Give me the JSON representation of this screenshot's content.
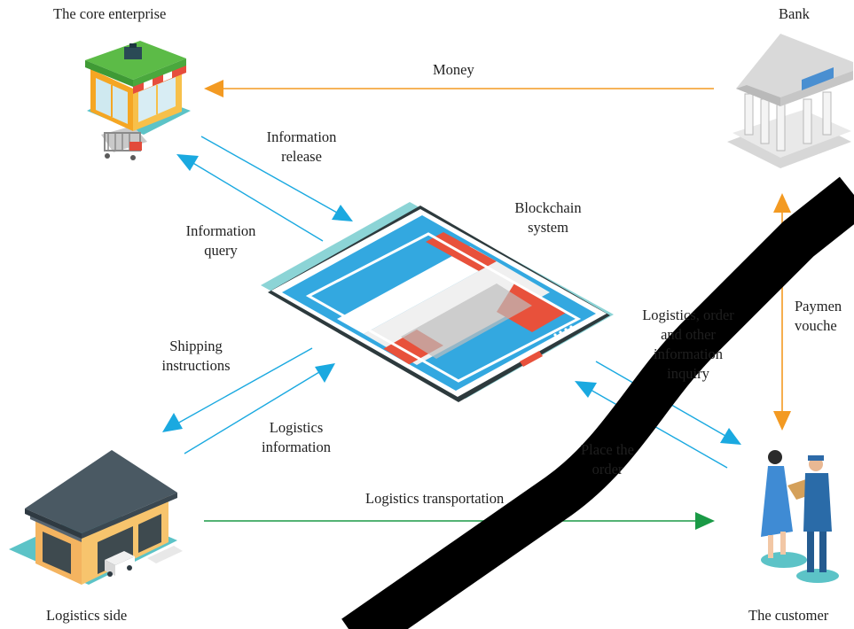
{
  "nodes": {
    "core_enterprise": "The core enterprise",
    "bank": "Bank",
    "logistics_side": "Logistics side",
    "customer": "The customer",
    "blockchain": [
      "Blockchain",
      "system"
    ]
  },
  "flows": {
    "money": "Money",
    "information_release": [
      "Information",
      "release"
    ],
    "information_query": [
      "Information",
      "query"
    ],
    "shipping_instructions": [
      "Shipping",
      "instructions"
    ],
    "logistics_information": [
      "Logistics",
      "information"
    ],
    "inquiry": [
      "Logistics, order",
      "and other",
      "information",
      "inquiry"
    ],
    "place_order": [
      "Place the",
      "order"
    ],
    "logistics_transportation": "Logistics transportation",
    "payment_voucher": [
      "Paymen",
      "vouche"
    ]
  },
  "colors": {
    "money_arrow": "#f39a22",
    "info_arrow": "#1aa9e0",
    "transport_arrow": "#1a9a46",
    "payment_arrow": "#f39a22",
    "watermark": "#000000"
  }
}
